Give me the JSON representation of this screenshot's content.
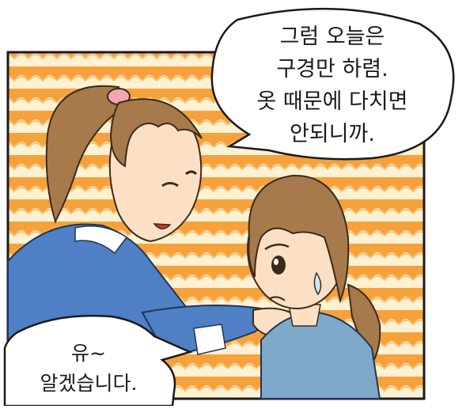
{
  "panel": {
    "background_colors": {
      "orange": "#f5a23c",
      "cream": "#fff1d2",
      "border": "#1a1a1a"
    }
  },
  "speech_top": {
    "lines": [
      "그럼 오늘은",
      "구경만 하렴.",
      "옷 때문에 다치면",
      "안되니까."
    ]
  },
  "speech_bottom": {
    "lines": [
      "유~",
      "알겠습니다."
    ]
  },
  "characters": {
    "mother_shirt_color": "#4f7fc4",
    "girl_shirt_color": "#7fa9c9",
    "hair_color": "#a77a4c",
    "skin_color": "#fbe0c6"
  }
}
